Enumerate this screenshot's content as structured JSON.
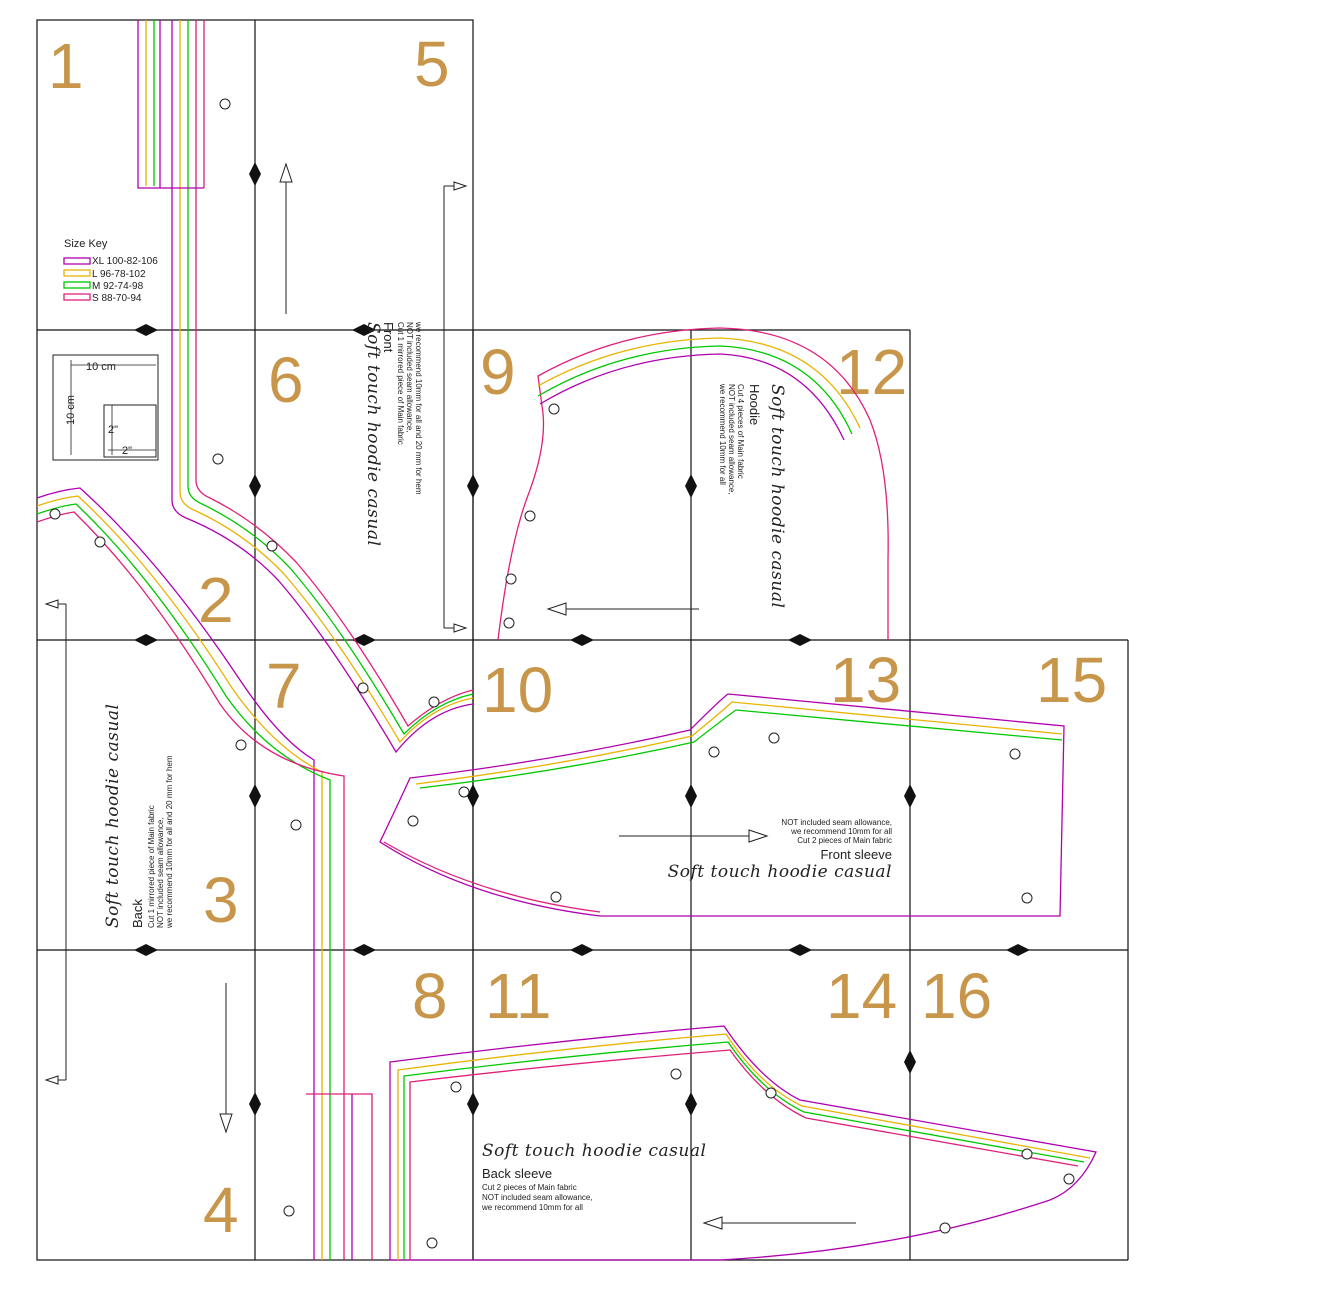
{
  "page_numbers": [
    "1",
    "2",
    "3",
    "4",
    "5",
    "6",
    "7",
    "8",
    "9",
    "10",
    "11",
    "12",
    "13",
    "14",
    "15",
    "16"
  ],
  "size_key": {
    "title": "Size Key",
    "sizes": [
      {
        "label": "XL 100-82-106",
        "color": "#b000b0"
      },
      {
        "label": "L 96-78-102",
        "color": "#e8b400"
      },
      {
        "label": "M 92-74-98",
        "color": "#00c800"
      },
      {
        "label": "S 88-70-94",
        "color": "#e0207a"
      }
    ]
  },
  "scale_box": {
    "cm_label": "10 cm",
    "cm_label_vertical": "10 cm",
    "inch_label": "2\"",
    "inch_label_vertical": "2\""
  },
  "pieces": {
    "front": {
      "brand": "Soft touch hoodie casual",
      "name": "Front",
      "lines": [
        "Cut 1 mirrored piece of Main fabric",
        "NOT included seam allowance,",
        "we recommend 10mm for all and 20 mm for hem"
      ]
    },
    "back": {
      "brand": "Soft touch hoodie casual",
      "name": "Back",
      "lines": [
        "Cut 1 mirrored piece of Main fabric",
        "NOT included seam allowance,",
        "we recommend 10mm for all and 20 mm for hem"
      ]
    },
    "hoodie": {
      "brand": "Soft touch hoodie casual",
      "name": "Hoodie",
      "lines": [
        "Cut 4 pieces of Main fabric",
        "NOT included seam allowance,",
        "we recommend 10mm for all"
      ]
    },
    "front_sleeve": {
      "brand": "Soft touch hoodie casual",
      "name": "Front sleeve",
      "lines": [
        "NOT included seam allowance,",
        "we recommend 10mm for all",
        "Cut 2 pieces of Main fabric"
      ]
    },
    "back_sleeve": {
      "brand": "Soft touch hoodie casual",
      "name": "Back sleeve",
      "lines": [
        "Cut 2 pieces of Main fabric",
        "NOT included seam allowance,",
        "we recommend 10mm for all"
      ]
    }
  },
  "colors": {
    "page_number": "#c8964a",
    "grid": "#111111",
    "xl": "#b000b0",
    "l": "#e8b400",
    "m": "#00c800",
    "s": "#e0207a"
  }
}
